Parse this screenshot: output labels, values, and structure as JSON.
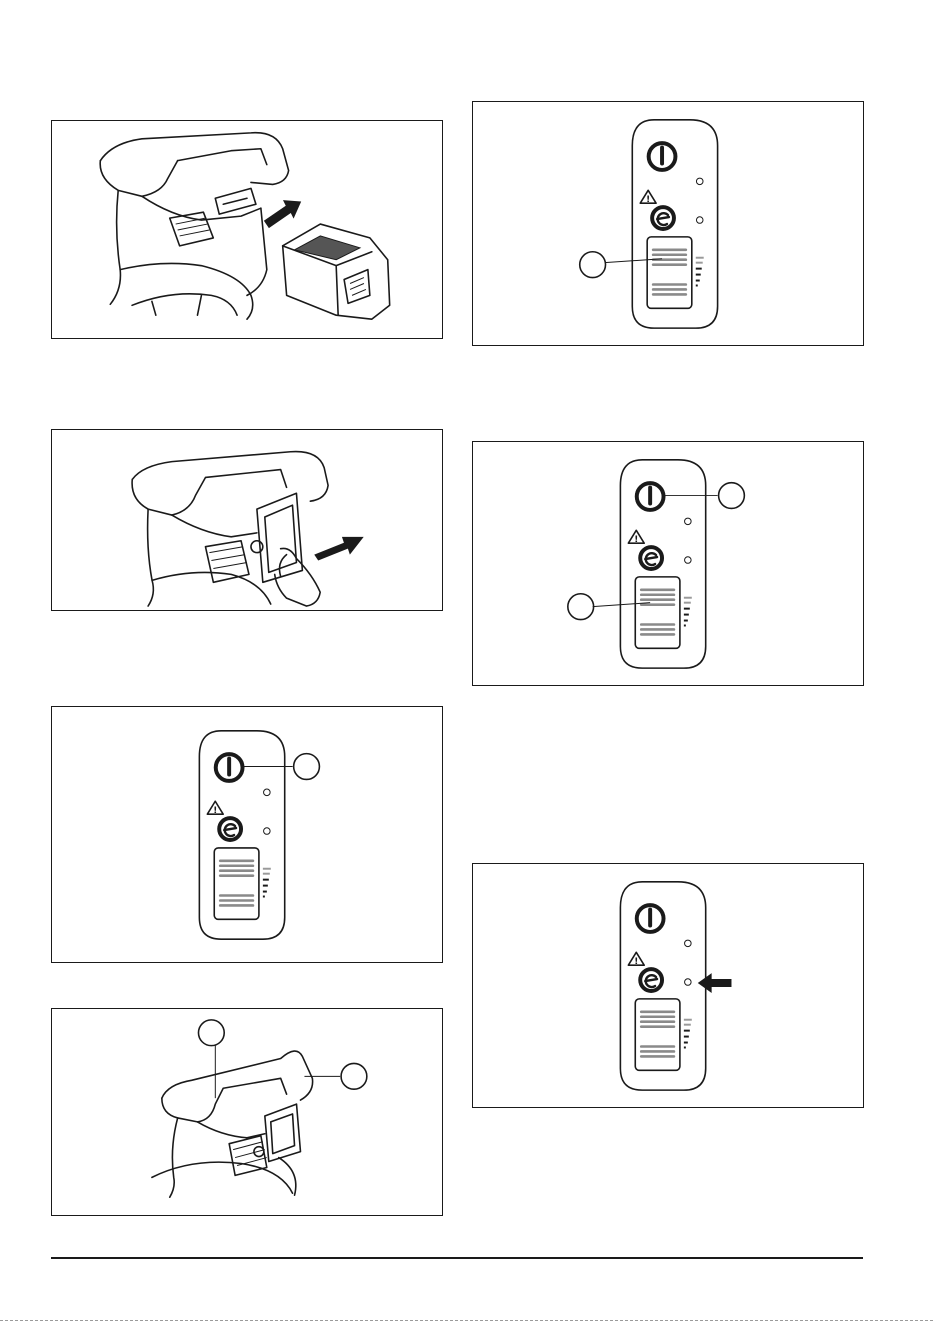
{
  "figures": [
    {
      "id": "fig-battery-insert",
      "icon": "battery-insert-illustration"
    },
    {
      "id": "fig-cover-close",
      "icon": "battery-cover-illustration"
    },
    {
      "id": "fig-panel-power",
      "icon": "control-panel-illustration",
      "callouts": 1
    },
    {
      "id": "fig-handles",
      "icon": "handles-illustration",
      "callouts": 2
    },
    {
      "id": "fig-panel-battery-indicator",
      "icon": "control-panel-illustration",
      "callouts": 1
    },
    {
      "id": "fig-panel-power-and-indicator",
      "icon": "control-panel-illustration",
      "callouts": 2
    },
    {
      "id": "fig-panel-eco-led",
      "icon": "control-panel-illustration",
      "arrow": "eco-led-arrow-icon"
    }
  ],
  "colors": {
    "ink": "#1a1a1a",
    "gray": "#8a8a8a",
    "background": "#ffffff"
  }
}
